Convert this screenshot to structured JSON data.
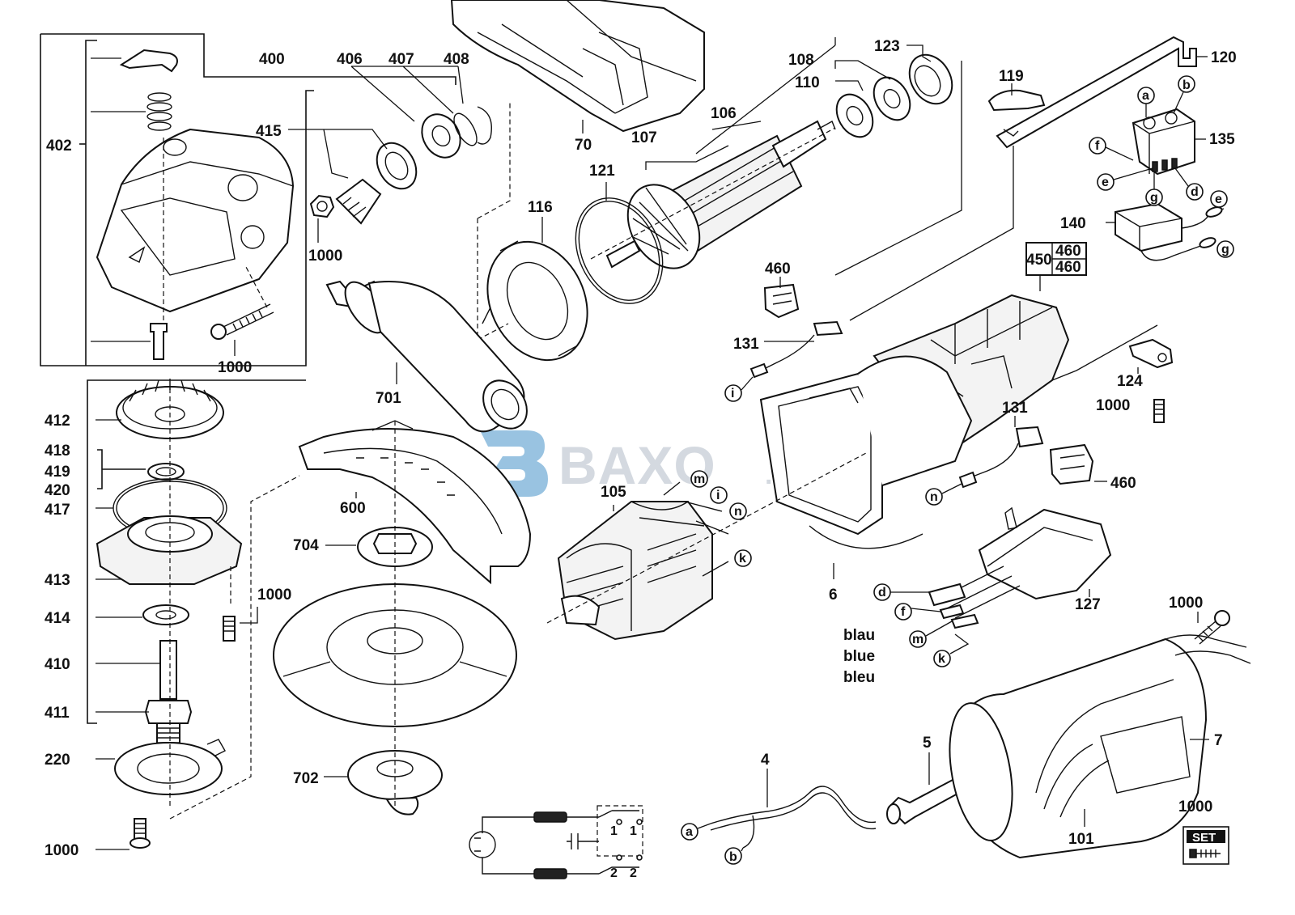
{
  "watermark": {
    "brand": "BAXO",
    "suffix": ".PL"
  },
  "labels": {
    "p400": "400",
    "p402": "402",
    "p406": "406",
    "p407": "407",
    "p408": "408",
    "p415": "415",
    "p1000_nut": "1000",
    "p1000_screw": "1000",
    "p70": "70",
    "p106": "106",
    "p107": "107",
    "p108": "108",
    "p110": "110",
    "p123": "123",
    "p120": "120",
    "p119": "119",
    "p121": "121",
    "p116": "116",
    "p135": "135",
    "p140": "140",
    "p450": "450",
    "p460a": "460",
    "p460b": "460",
    "p460c": "460",
    "p460d": "460",
    "p131a": "131",
    "p131b": "131",
    "p124": "124",
    "p1000_124": "1000",
    "p701": "701",
    "p412": "412",
    "p418": "418",
    "p419": "419",
    "p420": "420",
    "p417": "417",
    "p413": "413",
    "p414": "414",
    "p1000_413": "1000",
    "p410": "410",
    "p411": "411",
    "p220": "220",
    "p1000_220": "1000",
    "p600": "600",
    "p704": "704",
    "p702": "702",
    "p105": "105",
    "p6": "6",
    "p127": "127",
    "p1000_7": "1000",
    "p4": "4",
    "p5": "5",
    "p7": "7",
    "p101": "101",
    "p1000_set": "1000"
  },
  "wire_letters": {
    "a_sw": "a",
    "b_sw": "b",
    "f_sw": "f",
    "e_sw": "e",
    "d_sw": "d",
    "g_sw": "g",
    "e_140": "e",
    "g_140": "g",
    "i_131": "i",
    "n_131": "n",
    "m_105": "m",
    "i_105": "i",
    "n_105": "n",
    "k_105": "k",
    "d_127": "d",
    "f_127": "f",
    "m_127": "m",
    "k_127": "k",
    "a_cord": "a",
    "b_cord": "b"
  },
  "color_note": {
    "line1": "blau",
    "line2": "blue",
    "line3": "bleu"
  },
  "set_badge": "SET",
  "schematic": {
    "pos1a": "1",
    "pos1b": "1",
    "pos2a": "2",
    "pos2b": "2"
  },
  "colors": {
    "watermark_blue": "#7fb4d9",
    "watermark_gray": "#c6cdd6",
    "ink": "#111111"
  }
}
